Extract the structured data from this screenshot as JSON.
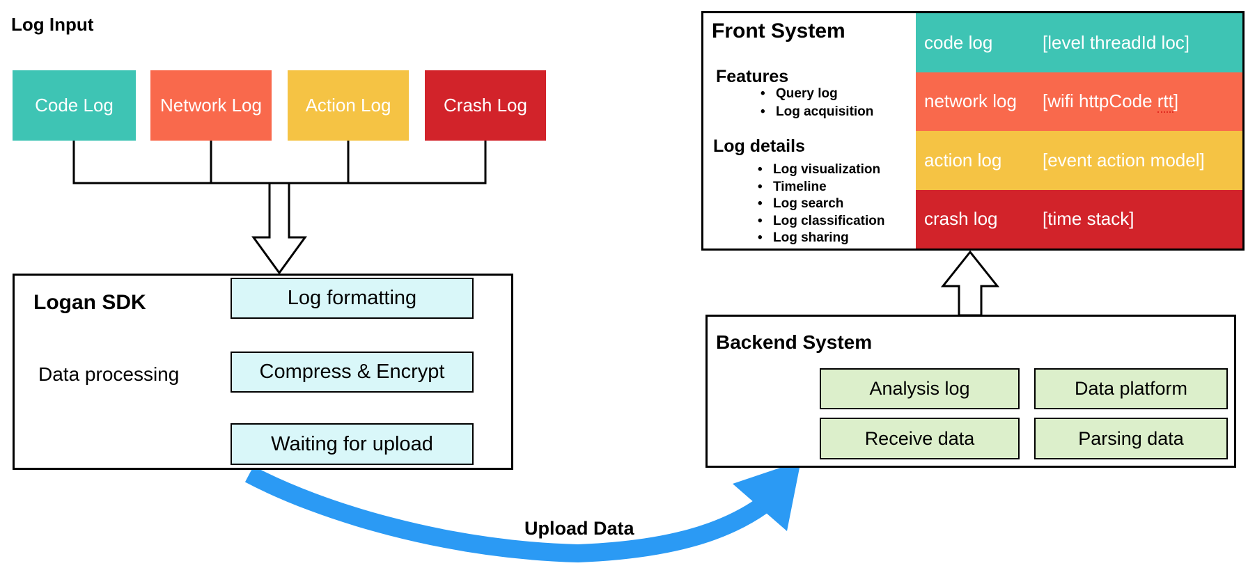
{
  "colors": {
    "teal": "#3EC4B4",
    "orange": "#F9694C",
    "yellow": "#F5C344",
    "red": "#D2232A",
    "process_box_fill": "#D9F7F9",
    "backend_box_fill": "#DCEFCB",
    "upload_arrow_blue": "#2B9AF4"
  },
  "log_input": {
    "title": "Log Input",
    "boxes": [
      {
        "label": "Code Log",
        "color": "#3EC4B4"
      },
      {
        "label": "Network Log",
        "color": "#F9694C"
      },
      {
        "label": "Action Log",
        "color": "#F5C344"
      },
      {
        "label": "Crash Log",
        "color": "#D2232A"
      }
    ]
  },
  "logan_sdk": {
    "title": "Logan SDK",
    "subtitle": "Data processing",
    "steps": [
      "Log formatting",
      "Compress & Encrypt",
      "Waiting for upload"
    ]
  },
  "front_system": {
    "title": "Front System",
    "sections": [
      {
        "heading": "Features",
        "items": [
          "Query log",
          "Log acquisition"
        ]
      },
      {
        "heading": "Log details",
        "items": [
          "Log visualization",
          "Timeline",
          "Log search",
          "Log classification",
          "Log sharing"
        ]
      }
    ],
    "rows": [
      {
        "label": "code log",
        "value": "[level threadId loc]",
        "color": "#3EC4B4"
      },
      {
        "label": "network log",
        "value": "[wifi httpCode rtt]",
        "value_pre": "[wifi httpCode ",
        "value_word": "rtt",
        "value_post": "]",
        "color": "#F9694C"
      },
      {
        "label": "action log",
        "value": "[event action model]",
        "color": "#F5C344"
      },
      {
        "label": "crash log",
        "value": "[time stack]",
        "color": "#D2232A"
      }
    ]
  },
  "backend_system": {
    "title": "Backend System",
    "boxes": [
      "Analysis log",
      "Data platform",
      "Receive data",
      "Parsing data"
    ]
  },
  "upload_arrow": {
    "label": "Upload Data"
  }
}
